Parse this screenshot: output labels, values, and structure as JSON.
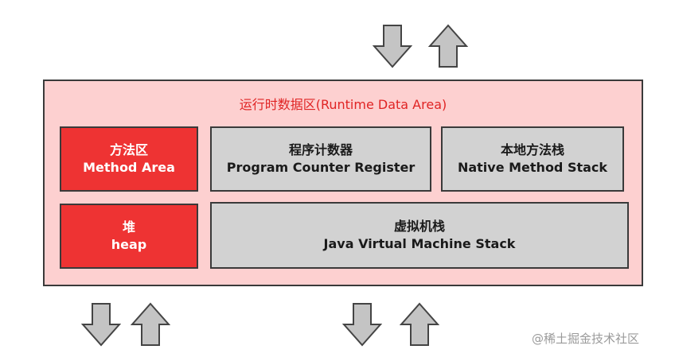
{
  "diagram": {
    "title": "运行时数据区(Runtime Data Area)",
    "boxes": {
      "method_area": {
        "zh": "方法区",
        "en": "Method Area"
      },
      "program_counter": {
        "zh": "程序计数器",
        "en": "Program Counter Register"
      },
      "native_stack": {
        "zh": "本地方法栈",
        "en": "Native Method Stack"
      },
      "heap": {
        "zh": "堆",
        "en": "heap"
      },
      "jvm_stack": {
        "zh": "虚拟机栈",
        "en": "Java Virtual Machine Stack"
      }
    },
    "arrows": {
      "top": [
        "down",
        "up"
      ],
      "bottom_left": [
        "down",
        "up"
      ],
      "bottom_center": [
        "down",
        "up"
      ]
    }
  },
  "colors": {
    "area_fill": "#fdd0d0",
    "title_text": "#e02424",
    "red_box": "#ee3333",
    "gray_box": "#d2d2d2",
    "arrow_fill": "#c4c4c4",
    "border": "#3a3a3a"
  },
  "watermark": "@稀土掘金技术社区"
}
